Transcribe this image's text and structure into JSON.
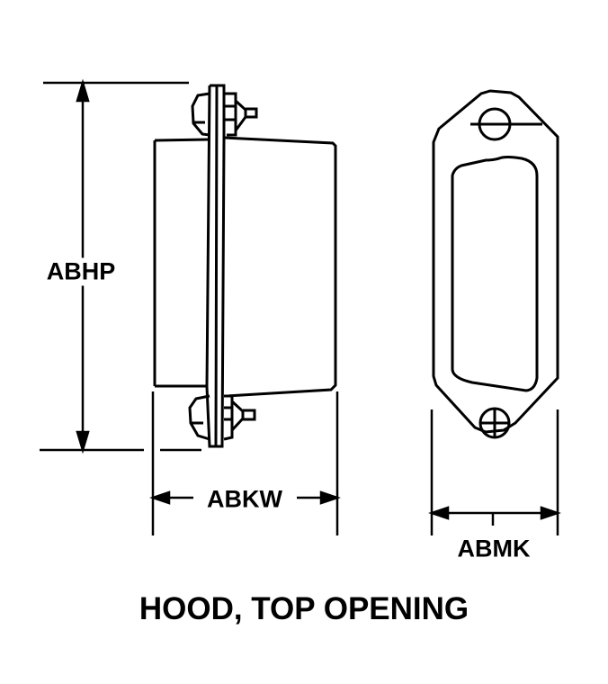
{
  "dimensions": {
    "height": "ABHP",
    "width": "ABKW",
    "flange_width": "ABMK"
  },
  "title": "HOOD, TOP OPENING"
}
